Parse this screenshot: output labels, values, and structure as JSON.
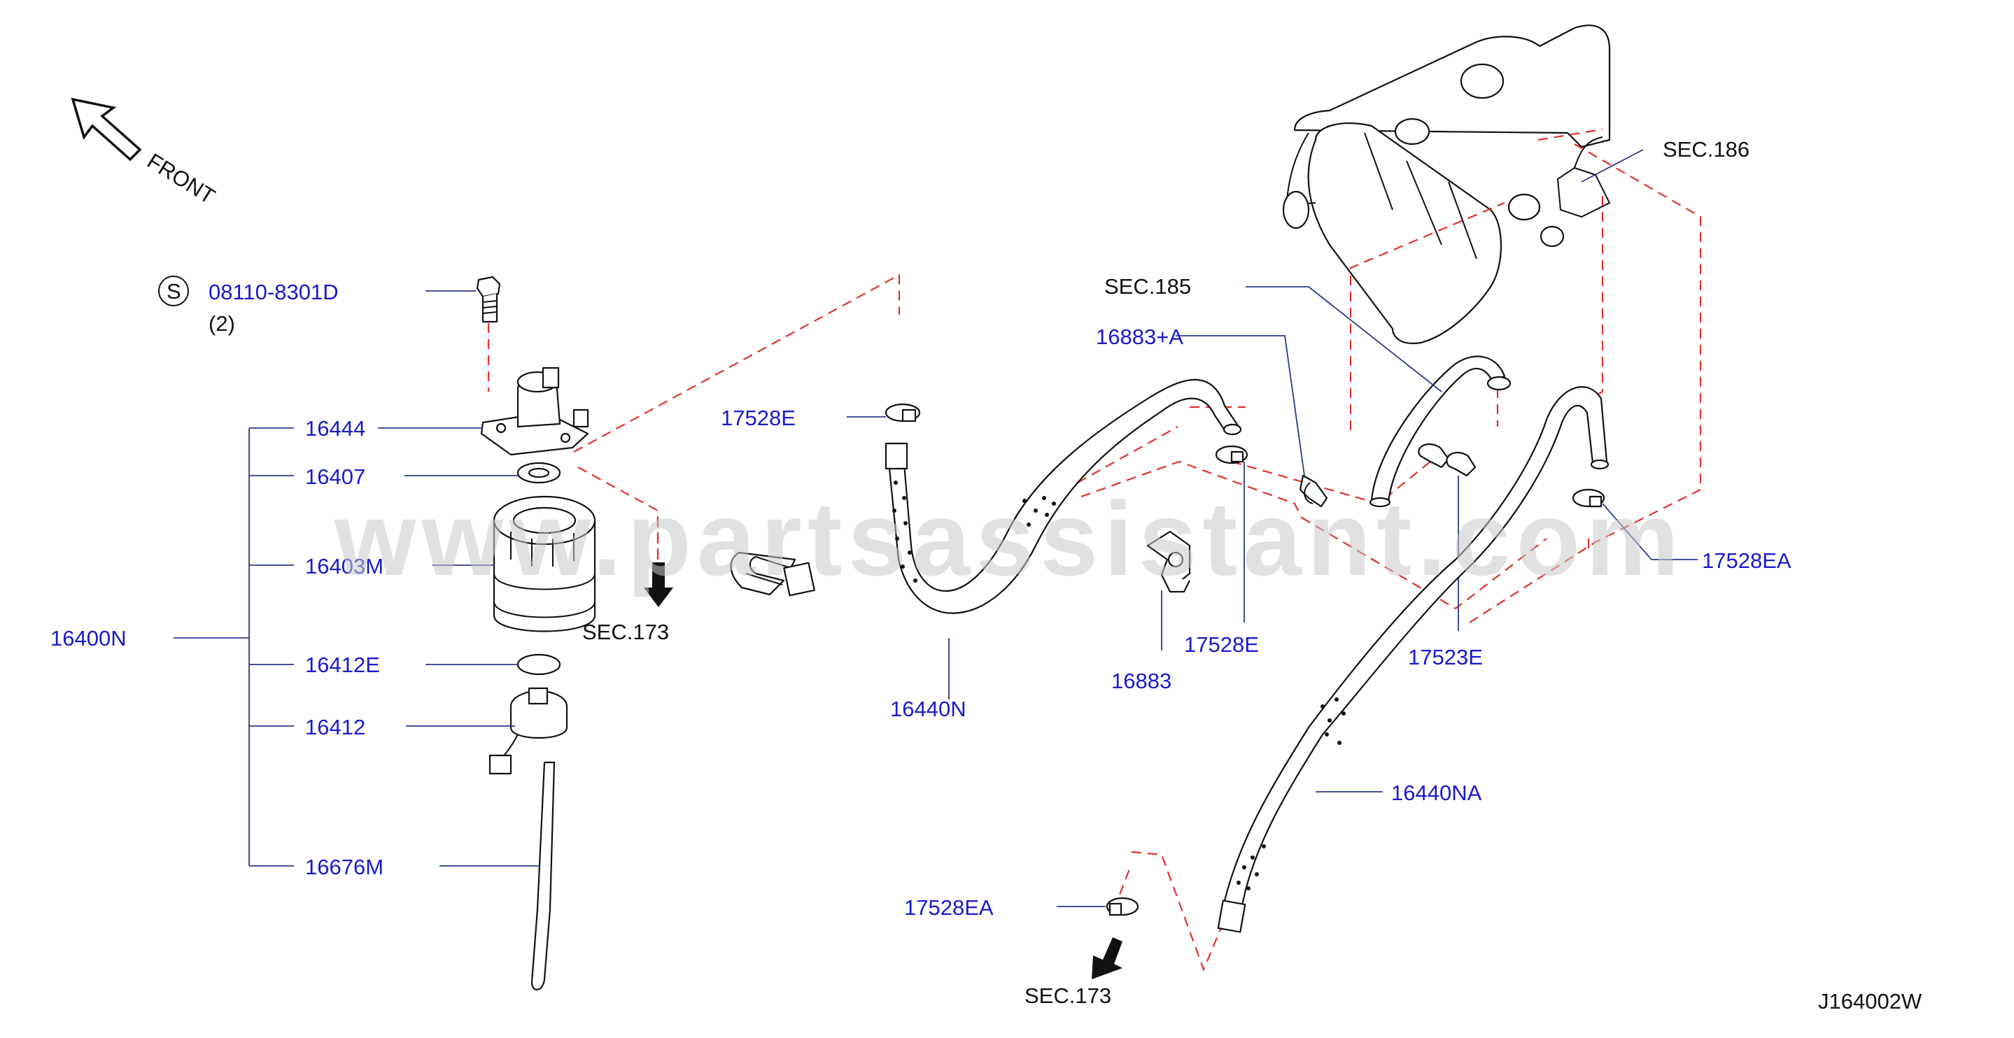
{
  "diagram": {
    "front_label": "FRONT",
    "drawing_code": "J164002W",
    "watermark": "www.partsassistant.com",
    "bolt": {
      "symbol": "S",
      "part_no": "08110-8301D",
      "qty": "(2)"
    },
    "parts": {
      "p16444": "16444",
      "p16407": "16407",
      "p16403m": "16403M",
      "p16400n": "16400N",
      "p16412e": "16412E",
      "p16412": "16412",
      "p16676m": "16676M",
      "p17528e_top": "17528E",
      "p16440n": "16440N",
      "p16883a": "16883+A",
      "p16883": "16883",
      "p17528e_mid": "17528E",
      "p17523e": "17523E",
      "p17528ea_right": "17528EA",
      "p16440na": "16440NA",
      "p17528ea_bottom": "17528EA"
    },
    "sections": {
      "sec186": "SEC.186",
      "sec185": "SEC.185",
      "sec173_mid": "SEC.173",
      "sec173_bottom": "SEC.173"
    }
  }
}
